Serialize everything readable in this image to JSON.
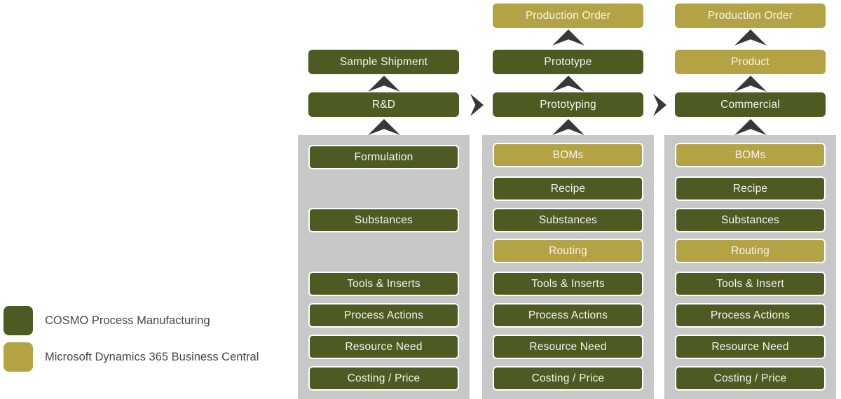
{
  "colors": {
    "cosmo_green": "#4d5a21",
    "bc365_gold": "#b3a345",
    "phase_container_gray": "#c8c8c8",
    "arrow_dark": "#383838",
    "box_text": "#f5f5f0",
    "legend_text": "#474747"
  },
  "legend": {
    "items": [
      {
        "label": "COSMO Process Manufacturing",
        "product": "cosmo"
      },
      {
        "label": "Microsoft Dynamics 365 Business Central",
        "product": "bc365"
      }
    ]
  },
  "diagram": {
    "col1": {
      "sample_shipment": {
        "label": "Sample Shipment",
        "product": "cosmo"
      },
      "stage": {
        "label": "R&D",
        "product": "cosmo"
      },
      "items": [
        {
          "label": "Formulation",
          "product": "cosmo"
        },
        {
          "label": "Substances",
          "product": "cosmo"
        },
        {
          "label": "Tools & Inserts",
          "product": "cosmo"
        },
        {
          "label": "Process Actions",
          "product": "cosmo"
        },
        {
          "label": "Resource Need",
          "product": "cosmo"
        },
        {
          "label": "Costing / Price",
          "product": "cosmo"
        }
      ]
    },
    "col2": {
      "production_order": {
        "label": "Production Order",
        "product": "bc365"
      },
      "prototype": {
        "label": "Prototype",
        "product": "cosmo"
      },
      "stage": {
        "label": "Prototyping",
        "product": "cosmo"
      },
      "items": [
        {
          "label": "BOMs",
          "product": "bc365"
        },
        {
          "label": "Recipe",
          "product": "cosmo"
        },
        {
          "label": "Substances",
          "product": "cosmo"
        },
        {
          "label": "Routing",
          "product": "bc365"
        },
        {
          "label": "Tools & Inserts",
          "product": "cosmo"
        },
        {
          "label": "Process Actions",
          "product": "cosmo"
        },
        {
          "label": "Resource Need",
          "product": "cosmo"
        },
        {
          "label": "Costing / Price",
          "product": "cosmo"
        }
      ]
    },
    "col3": {
      "production_order": {
        "label": "Production Order",
        "product": "bc365"
      },
      "product": {
        "label": "Product",
        "product": "bc365"
      },
      "stage": {
        "label": "Commercial",
        "product": "cosmo"
      },
      "items": [
        {
          "label": "BOMs",
          "product": "bc365"
        },
        {
          "label": "Recipe",
          "product": "cosmo"
        },
        {
          "label": "Substances",
          "product": "cosmo"
        },
        {
          "label": "Routing",
          "product": "bc365"
        },
        {
          "label": "Tools & Insert",
          "product": "cosmo"
        },
        {
          "label": "Process Actions",
          "product": "cosmo"
        },
        {
          "label": "Resource Need",
          "product": "cosmo"
        },
        {
          "label": "Costing / Price",
          "product": "cosmo"
        }
      ]
    }
  }
}
